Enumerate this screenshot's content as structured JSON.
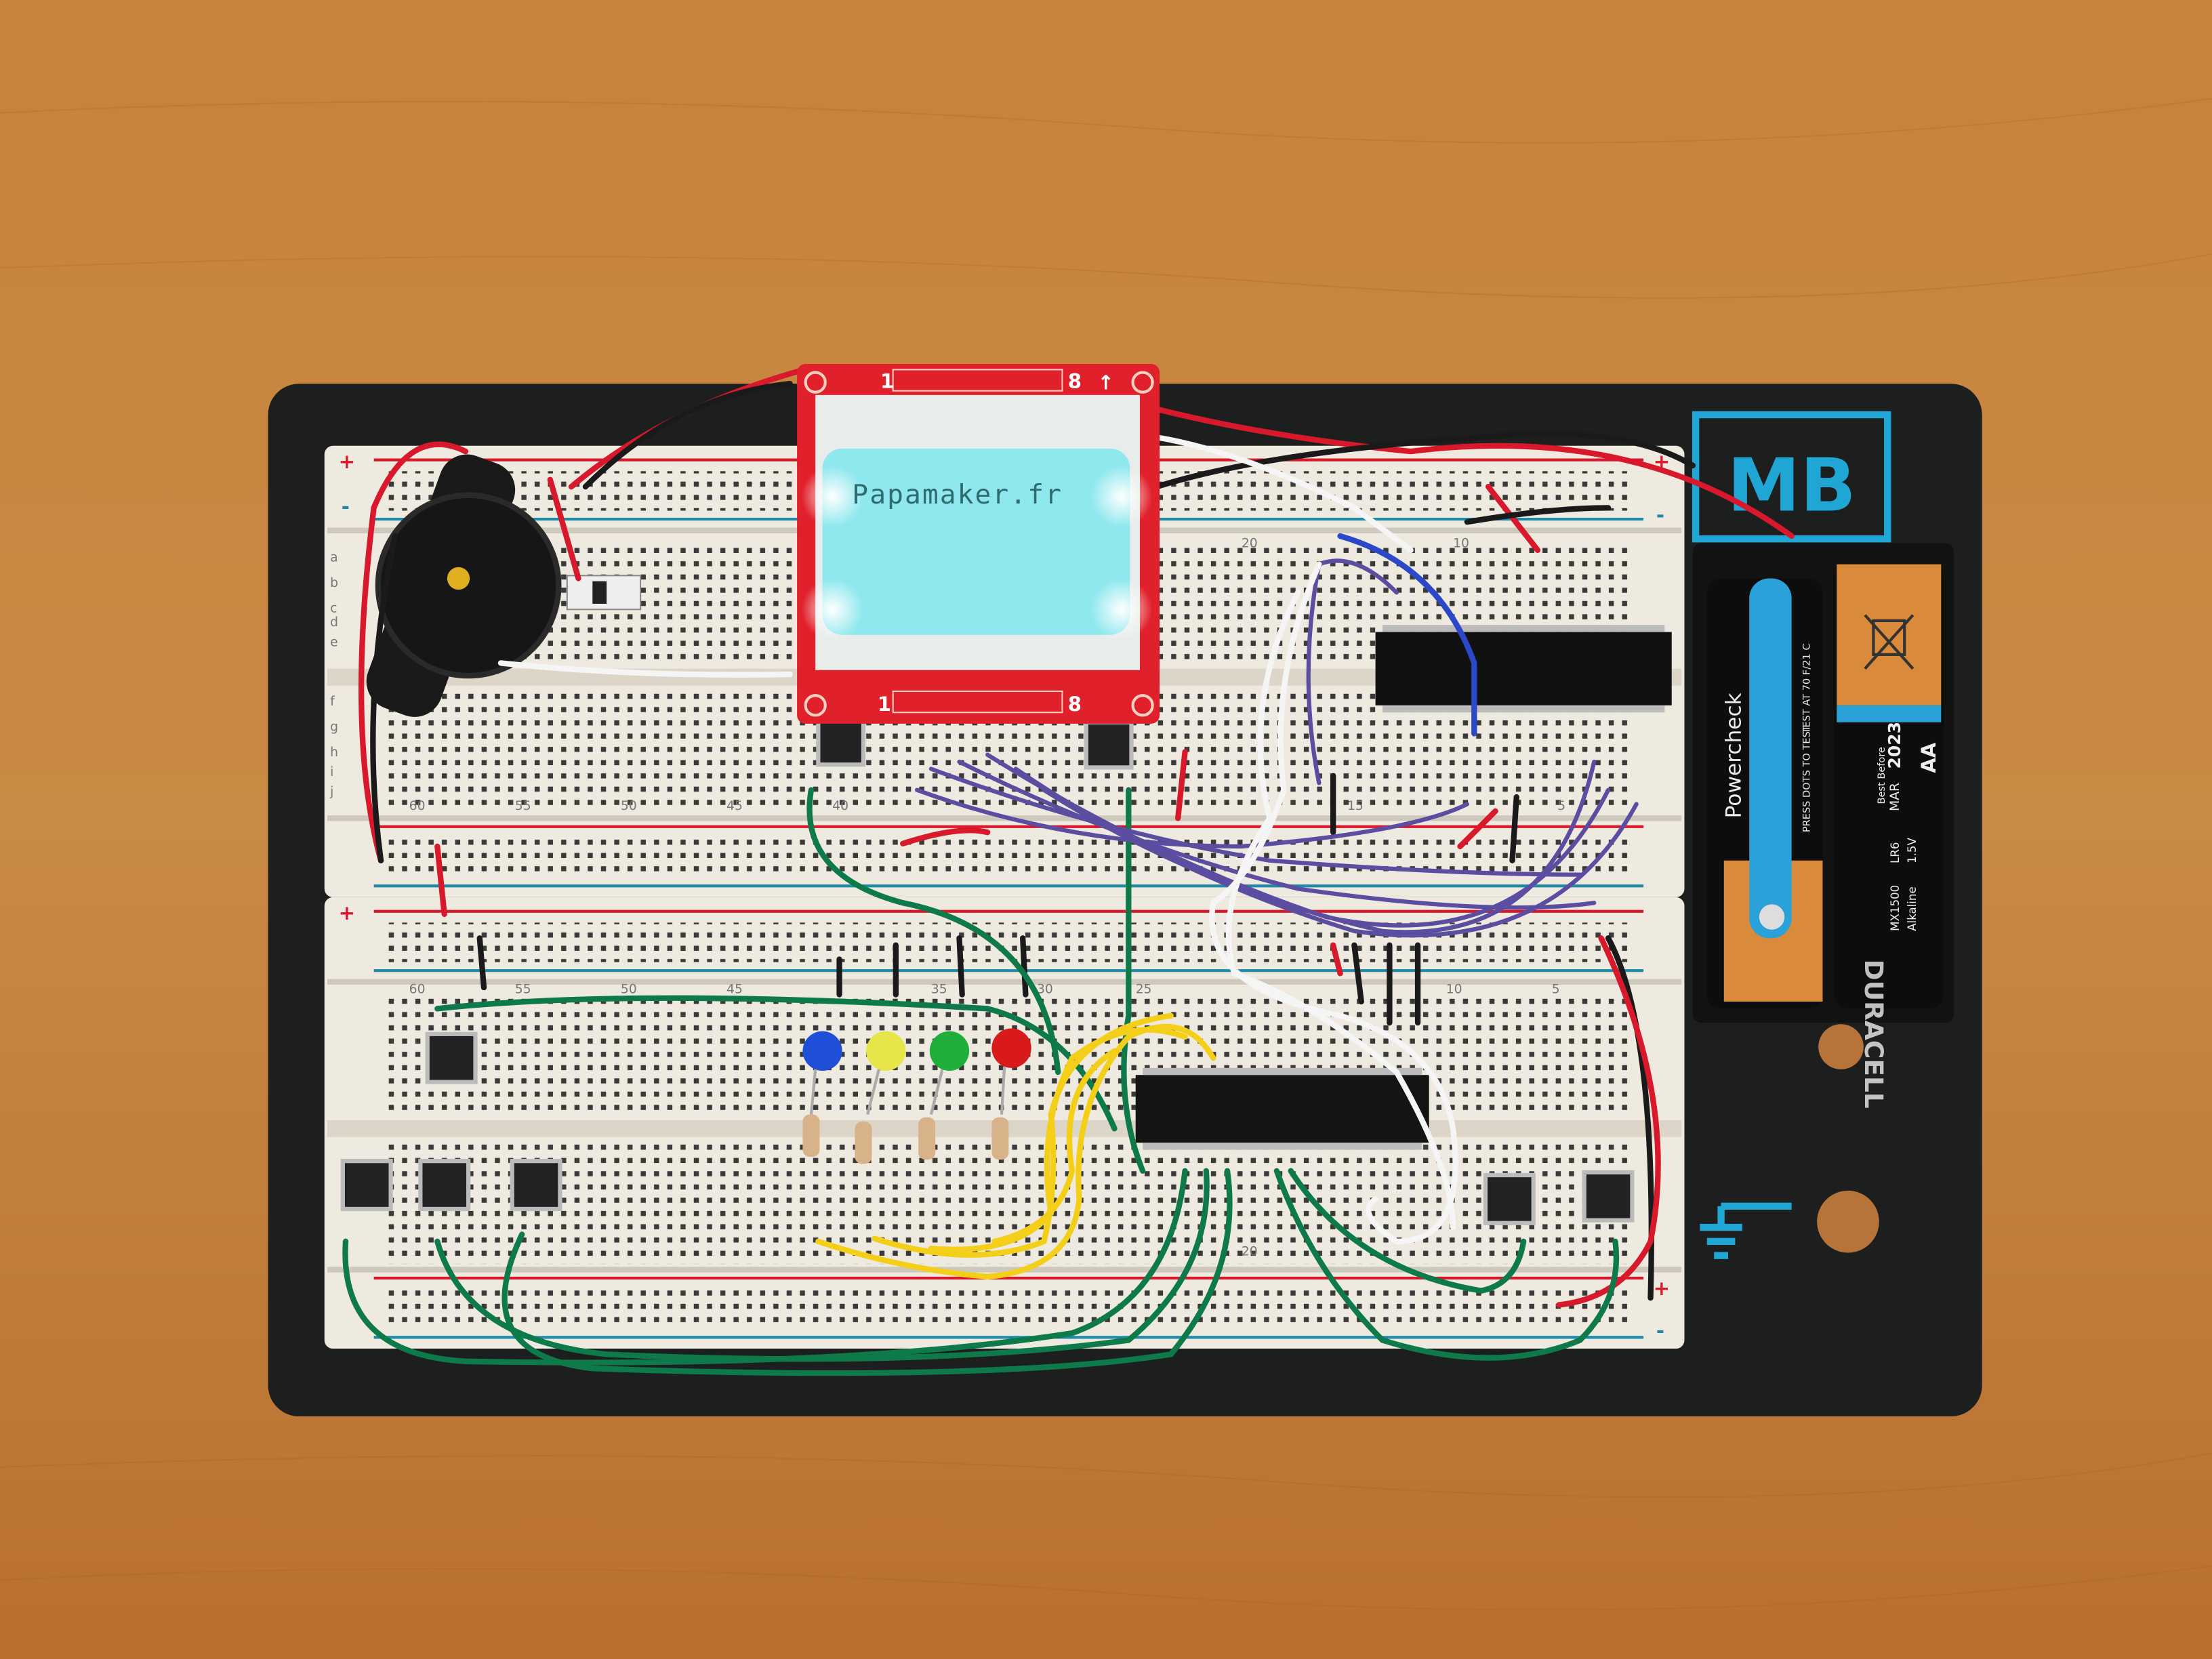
{
  "colors": {
    "wood": "#c27a36",
    "board_base": "#1d1f1f",
    "breadboard": "#efeae0",
    "rail_red": "#d8192c",
    "rail_blue": "#1f8aa8",
    "lcd_pcb": "#e0202a",
    "lcd_screen": "#8fe8ee",
    "logo": "#1fa6d4"
  },
  "lcd": {
    "text": "Papamaker.fr",
    "pin_first": "1",
    "pin_last": "8",
    "arrow": "↑"
  },
  "breadboard": {
    "rail_plus": "+",
    "rail_minus": "-",
    "row_letters_top": [
      "a",
      "b",
      "c",
      "d",
      "e"
    ],
    "row_letters_bottom": [
      "f",
      "g",
      "h",
      "i",
      "j"
    ],
    "column_numbers": [
      "60",
      "55",
      "50",
      "45",
      "40",
      "35",
      "30",
      "25",
      "20",
      "15",
      "10",
      "5"
    ]
  },
  "logo": {
    "text": "MB"
  },
  "batteries": {
    "left": {
      "brand_label": "Powercheck",
      "instructions": "PRESS DOTS TO TEST",
      "test_temp": "TEST AT 70 F/21 C"
    },
    "right": {
      "size": "AA",
      "best_before_label": "Best Before",
      "date_month": "MAR",
      "date_year": "2023",
      "voltage": "1.5V",
      "type": "LR6",
      "chemistry": "Alkaline",
      "model": "MX1500",
      "brand_partial": "DURACELL"
    }
  },
  "components": {
    "leds": [
      {
        "color": "blue",
        "hex": "#1f4fd6"
      },
      {
        "color": "yellow",
        "hex": "#e6e64a"
      },
      {
        "color": "green",
        "hex": "#1fae3a"
      },
      {
        "color": "red",
        "hex": "#d81a1a"
      }
    ],
    "chips": [
      "top-ic",
      "bottom-ic"
    ],
    "buttons_count": 8
  }
}
